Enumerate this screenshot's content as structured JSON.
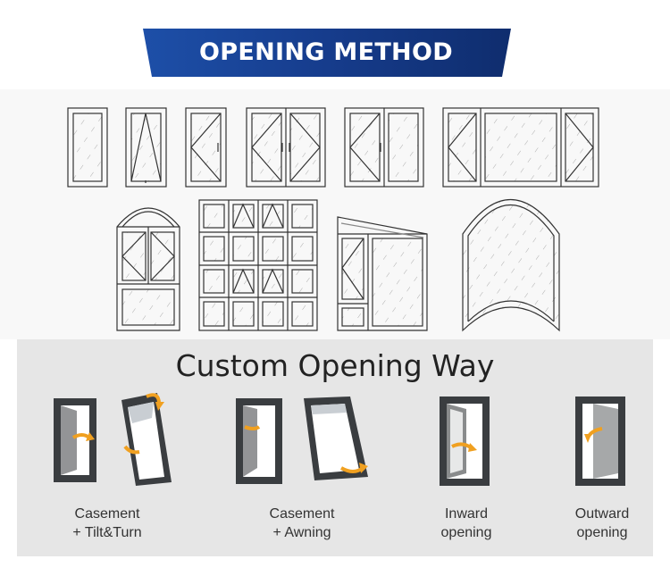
{
  "header": {
    "title": "OPENING METHOD",
    "banner_color": "#1a3f8f"
  },
  "section": {
    "title": "Custom Opening Way"
  },
  "methods": [
    {
      "line1": "Casement",
      "line2": "+ Tilt&Turn",
      "icon": "tilt-turn-window-icon"
    },
    {
      "line1": "Casement",
      "line2": "+ Awning",
      "icon": "awning-window-icon"
    },
    {
      "line1": "Inward",
      "line2": "opening",
      "icon": "inward-window-icon"
    },
    {
      "line1": "Outward",
      "line2": "opening",
      "icon": "outward-window-icon"
    }
  ],
  "colors": {
    "frame": "#3a3d40",
    "arrow": "#f0a020",
    "panel": "#e6e6e6",
    "drawing_line": "#333333"
  }
}
